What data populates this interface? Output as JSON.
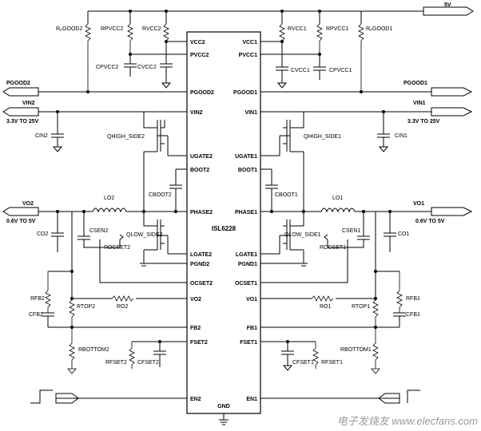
{
  "chip": {
    "name": "ISL6228",
    "gnd": "GND",
    "pins_left": [
      "VCC2",
      "PVCC2",
      "PGOOD2",
      "VIN2",
      "UGATE2",
      "BOOT2",
      "PHASE2",
      "LGATE2",
      "PGND2",
      "OCSET2",
      "VO2",
      "FB2",
      "FSET2",
      "EN2"
    ],
    "pins_right": [
      "VCC1",
      "PVCC1",
      "PGOOD1",
      "VIN1",
      "UGATE1",
      "BOOT1",
      "PHASE1",
      "LGATE1",
      "PGND1",
      "OCSET1",
      "VO1",
      "FB1",
      "FSET1",
      "EN1"
    ]
  },
  "rails": {
    "supply": "5V",
    "pgood1": "PGOOD1",
    "pgood2": "PGOOD2",
    "vin_range": "3.3V TO 25V",
    "vo_range": "0.6V TO 5V"
  },
  "components": {
    "rpgood2": "RₚGOOD2",
    "rpvcc2": "RPVCC2",
    "rvcc2": "RVCC2",
    "rvcc1": "RVCC1",
    "rpvcc1": "RPVCC1",
    "rpgood1": "RₚGOOD1",
    "cpvcc2": "CPVCC2",
    "cvcc2": "CVCC2",
    "cvcc1": "CVCC1",
    "cpvcc1": "CPVCC1",
    "vin2": "VIN2",
    "vin1": "VIN1",
    "cin2": "CIN2",
    "cin1": "CIN1",
    "qhigh2": "QHIGH_SIDE2",
    "qhigh1": "QHIGH_SIDE1",
    "cboot2": "CBOOT2",
    "cboot1": "CBOOT1",
    "lo2": "LO2",
    "lo1": "LO1",
    "vo2": "VO2",
    "vo1": "VO1",
    "co2": "CO2",
    "co1": "CO1",
    "csen2": "CSEN2",
    "csen1": "CSEN1",
    "qlow2": "QLOW_SIDE2",
    "qlow1": "QLOW_SIDE1",
    "rocset2": "ROCSET2",
    "rocset1": "ROCSET1",
    "rfb2": "RFB2",
    "cfb2": "CFB2",
    "rtop2": "RTOP2",
    "ro2": "RO2",
    "rfb1": "RFB1",
    "cfb1": "CFB1",
    "rtop1": "RTOP1",
    "ro1": "RO1",
    "rbottom2": "RBOTTOM2",
    "rbottom1": "RBOTTOM1",
    "rfset2": "RFSET2",
    "cfset2": "CFSET2",
    "cfset1": "CFSET1",
    "rfset1": "RFSET1"
  },
  "watermark": "电子发烧友 www.elecfans.com"
}
